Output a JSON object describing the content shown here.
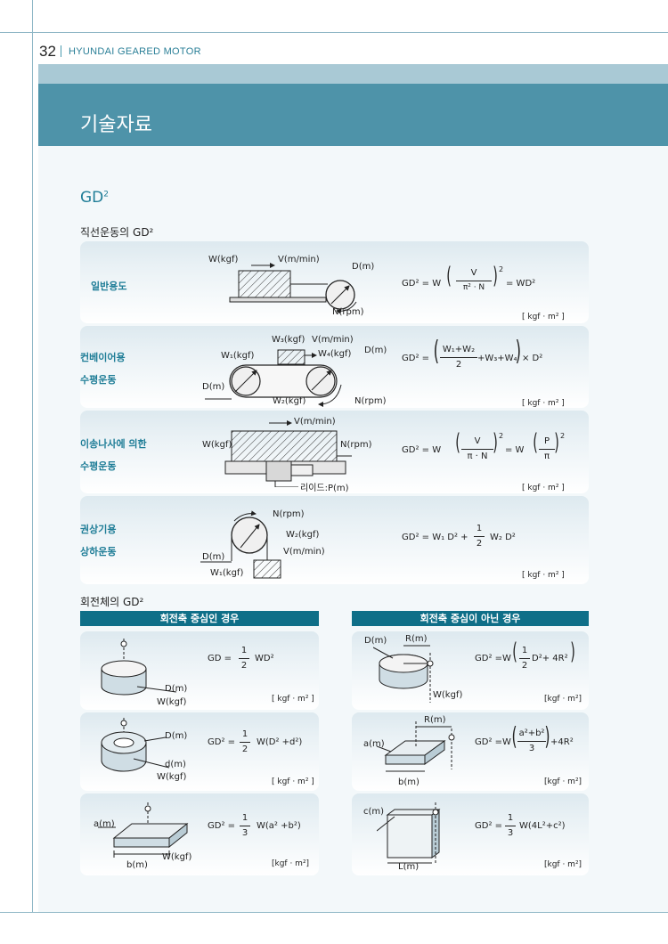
{
  "header": {
    "page_number": "32",
    "title": "HYUNDAI GEARED MOTOR"
  },
  "section": {
    "title": "기술자료",
    "subtitle_base": "GD",
    "subtitle_sup": "2"
  },
  "linear": {
    "heading": "직선운동의 GD²",
    "rows": [
      {
        "labels": [
          "일반용도"
        ],
        "diagram_labels": {
          "w": "W(kgf)",
          "v": "V(m/min)",
          "d": "D(m)",
          "n": "N(rpm)"
        },
        "formula": {
          "lhs": "GD² = W",
          "num": "V",
          "den": "π² · N",
          "exp": "2",
          "rhs": "= WD²"
        },
        "unit": "[ kgf · m² ]"
      },
      {
        "labels": [
          "컨베이어용",
          "수평운동"
        ],
        "diagram_labels": {
          "w3": "W₃(kgf)",
          "v": "V(m/min)",
          "w1": "W₁(kgf)",
          "w2": "W₂(kgf)",
          "d_top": "D(m)",
          "d_left": "D(m)",
          "w4": "W₄(kgf)",
          "n": "N(rpm)"
        },
        "formula": {
          "lhs": "GD² =",
          "num": "W₁+W₂",
          "den": "2",
          "tail": "+W₃+W₄",
          "rhs": "× D²"
        },
        "unit": "[ kgf · m² ]"
      },
      {
        "labels": [
          "이송나사에 의한",
          "수평운동"
        ],
        "diagram_labels": {
          "v": "V(m/min)",
          "w": "W(kgf)",
          "n": "N(rpm)",
          "p": "리이드:P(m)"
        },
        "formula": {
          "lhs": "GD² = W",
          "num1": "V",
          "den1": "π · N",
          "exp": "2",
          "mid": "= W",
          "num2": "P",
          "den2": "π"
        },
        "unit": "[ kgf · m² ]"
      },
      {
        "labels": [
          "권상기용",
          "상하운동"
        ],
        "diagram_labels": {
          "n": "N(rpm)",
          "w2": "W₂(kgf)",
          "v": "V(m/min)",
          "d": "D(m)",
          "w1": "W₁(kgf)"
        },
        "formula": {
          "lhs": "GD² = W₁ D² +",
          "num": "1",
          "den": "2",
          "rhs": "W₂ D²"
        },
        "unit": "[ kgf · m² ]"
      }
    ]
  },
  "rotating": {
    "heading": "회전체의 GD²",
    "tabs": [
      "회전축 중심인 경우",
      "회전축 중심이 아닌 경우"
    ],
    "left_cards": [
      {
        "labels": [
          "D(m)",
          "W(kgf)"
        ],
        "formula": {
          "lhs": "GD =",
          "num": "1",
          "den": "2",
          "rhs": "WD²"
        },
        "unit": "[ kgf · m² ]"
      },
      {
        "labels": [
          "D(m)",
          "d(m)",
          "W(kgf)"
        ],
        "formula": {
          "lhs": "GD² =",
          "num": "1",
          "den": "2",
          "rhs": "W(D² +d²)"
        },
        "unit": "[ kgf · m² ]"
      },
      {
        "labels": [
          "a(m)",
          "b(m)",
          "W(kgf)"
        ],
        "formula": {
          "lhs": "GD² =",
          "num": "1",
          "den": "3",
          "rhs": "W(a² +b²)"
        },
        "unit": "[kgf · m²]"
      }
    ],
    "right_cards": [
      {
        "labels": [
          "D(m)",
          "R(m)",
          "W(kgf)"
        ],
        "formula": {
          "lhs": "GD² =W",
          "num": "1",
          "den": "2",
          "rhs": "D²+ 4R²"
        },
        "unit": "[kgf · m²]"
      },
      {
        "labels": [
          "R(m)",
          "a(m)",
          "b(m)"
        ],
        "formula": {
          "lhs": "GD² =W",
          "num": "a²+b²",
          "den": "3",
          "rhs": "+4R²"
        },
        "unit": "[kgf · m²]"
      },
      {
        "labels": [
          "c(m)",
          "L(m)"
        ],
        "formula": {
          "lhs": "GD² =",
          "num": "1",
          "den": "3",
          "rhs": "W(4L²+c²)"
        },
        "unit": "[kgf · m²]"
      }
    ]
  }
}
